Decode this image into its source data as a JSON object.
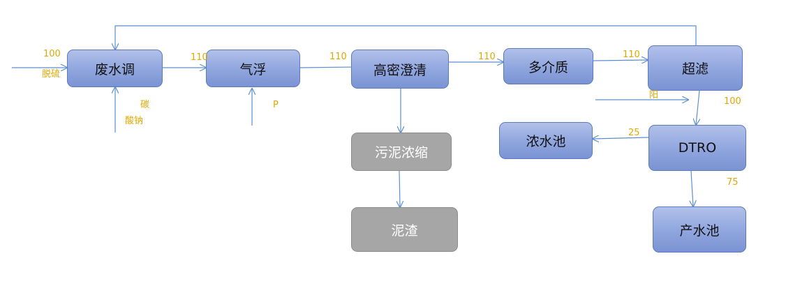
{
  "nodes": {
    "wastewater_tank": "废水调",
    "air_flotation": "气浮",
    "high_density_clarifier": "高密澄清",
    "multimedia_filter": "多介质",
    "ultrafiltration": "超滤",
    "sludge_thickening": "污泥浓缩",
    "sludge_residue": "泥渣",
    "concentrate_tank": "浓水池",
    "dtro": "DTRO",
    "product_tank": "产水池"
  },
  "labels": {
    "flow_100_in": "100",
    "desulfurization": "脱硫",
    "flow_110_a": "110",
    "flow_110_b": "110",
    "flow_110_c": "110",
    "flow_110_d": "110",
    "carbon": "碳",
    "sodium_carbonate_tail": "酸钠",
    "p_dose": "P",
    "yang": "阳",
    "flow_100_uf": "100",
    "flow_25": "25",
    "flow_75": "75"
  },
  "colors": {
    "node_fill": "#8fa5de",
    "node_border": "#5a7bbf",
    "gray_node": "#a6a6a6",
    "arrow": "#5b8fd0",
    "label": "#e0a800"
  }
}
